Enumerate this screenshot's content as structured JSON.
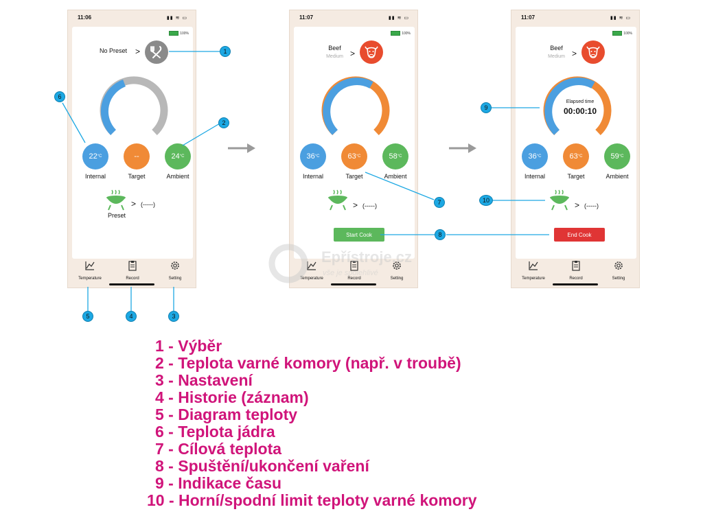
{
  "screens": [
    {
      "status_time": "11:06",
      "battery": "100%",
      "preset_label": "No Preset",
      "preset_arrow": ">",
      "internal_temp": "22",
      "target_temp": "--",
      "ambient_temp": "24",
      "unit": "°C",
      "labels": {
        "internal": "Internal",
        "target": "Target",
        "ambient": "Ambient"
      },
      "grill_label": "Preset",
      "grill_arrow": ">",
      "grill_value": "(-----)",
      "tabs": [
        "Temperature",
        "Record",
        "Setting"
      ]
    },
    {
      "status_time": "11:07",
      "battery": "100%",
      "food_name": "Beef",
      "food_doneness": "Medium",
      "preset_arrow": ">",
      "internal_temp": "36",
      "target_temp": "63",
      "ambient_temp": "58",
      "unit": "°C",
      "labels": {
        "internal": "Internal",
        "target": "Target",
        "ambient": "Ambient"
      },
      "grill_arrow": ">",
      "grill_value": "(-----)",
      "button": "Start Cook",
      "tabs": [
        "Temperature",
        "Record",
        "Setting"
      ]
    },
    {
      "status_time": "11:07",
      "battery": "100%",
      "food_name": "Beef",
      "food_doneness": "Medium",
      "preset_arrow": ">",
      "elapsed_label": "Elapsed time",
      "elapsed_value": "00:00:10",
      "internal_temp": "36",
      "target_temp": "63",
      "ambient_temp": "59",
      "unit": "°C",
      "labels": {
        "internal": "Internal",
        "target": "Target",
        "ambient": "Ambient"
      },
      "grill_arrow": ">",
      "grill_value": "(-----)",
      "button": "End Cook",
      "tabs": [
        "Temperature",
        "Record",
        "Setting"
      ]
    }
  ],
  "callouts": [
    "1",
    "2",
    "3",
    "4",
    "5",
    "6",
    "7",
    "8",
    "9",
    "10"
  ],
  "watermark": {
    "title": "Epřístroje.cz",
    "subtitle": "vše je spolehlivé"
  },
  "legend": [
    "1 - Výběr",
    "2 - Teplota varné komory (např. v troubě)",
    "3 - Nastavení",
    "4 - Historie (záznam)",
    "5 - Diagram teploty",
    "6 - Teplota jádra",
    "7 - Cílová teplota",
    "8 - Spuštění/ukončení vaření",
    "9 - Indikace času",
    "10 - Horní/spodní limit teploty varné komory"
  ],
  "colors": {
    "blue": "#4b9fe0",
    "orange": "#f08a36",
    "green": "#5cb85c",
    "red": "#e03535",
    "callout": "#1da8e3",
    "legend": "#d0147a"
  }
}
